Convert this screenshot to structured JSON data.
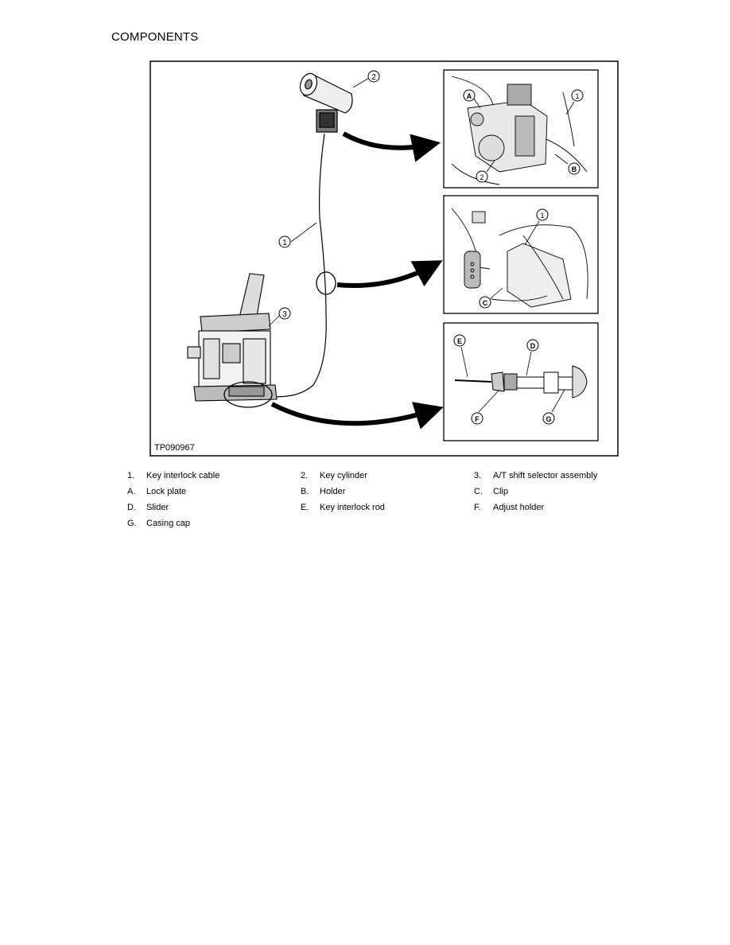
{
  "heading": "COMPONENTS",
  "figure_code": "TP090967",
  "callouts": {
    "main_cable": "1",
    "main_key_cylinder": "2",
    "main_selector": "3",
    "panel1_a": "A",
    "panel1_1": "1",
    "panel1_2": "2",
    "panel1_b": "B",
    "panel2_1": "1",
    "panel2_c": "C",
    "panel3_e": "E",
    "panel3_d": "D",
    "panel3_f": "F",
    "panel3_g": "G"
  },
  "legend": [
    [
      {
        "num": "1.",
        "label": "Key interlock cable"
      },
      {
        "num": "2.",
        "label": "Key cylinder"
      },
      {
        "num": "3.",
        "label": "A/T shift selector assembly"
      }
    ],
    [
      {
        "num": "A.",
        "label": "Lock plate"
      },
      {
        "num": "B.",
        "label": "Holder"
      },
      {
        "num": "C.",
        "label": "Clip"
      }
    ],
    [
      {
        "num": "D.",
        "label": "Slider"
      },
      {
        "num": "E.",
        "label": "Key interlock rod"
      },
      {
        "num": "F.",
        "label": "Adjust holder"
      }
    ],
    [
      {
        "num": "G.",
        "label": "Casing cap"
      }
    ]
  ]
}
